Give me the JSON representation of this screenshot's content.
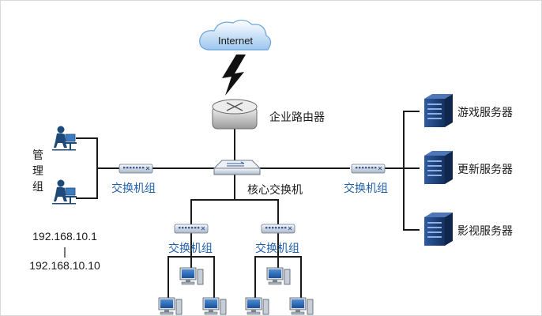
{
  "nodes": {
    "internet": "Internet",
    "router": "企业路由器",
    "core_switch": "核心交换机",
    "switch_left": "交换机组",
    "switch_right": "交换机组",
    "switch_bottom_left": "交换机组",
    "switch_bottom_right": "交换机组",
    "management_group": [
      "管",
      "理",
      "组"
    ],
    "servers": [
      "游戏服务器",
      "更新服务器",
      "影视服务器"
    ]
  },
  "ip_range": {
    "start": "192.168.10.1",
    "end": "192.168.10.10"
  },
  "colors": {
    "link": "#1a1a1a",
    "label_blue": "#1f5fa8",
    "cloud": "#9cc6ef",
    "server": "#1d3f7d"
  }
}
